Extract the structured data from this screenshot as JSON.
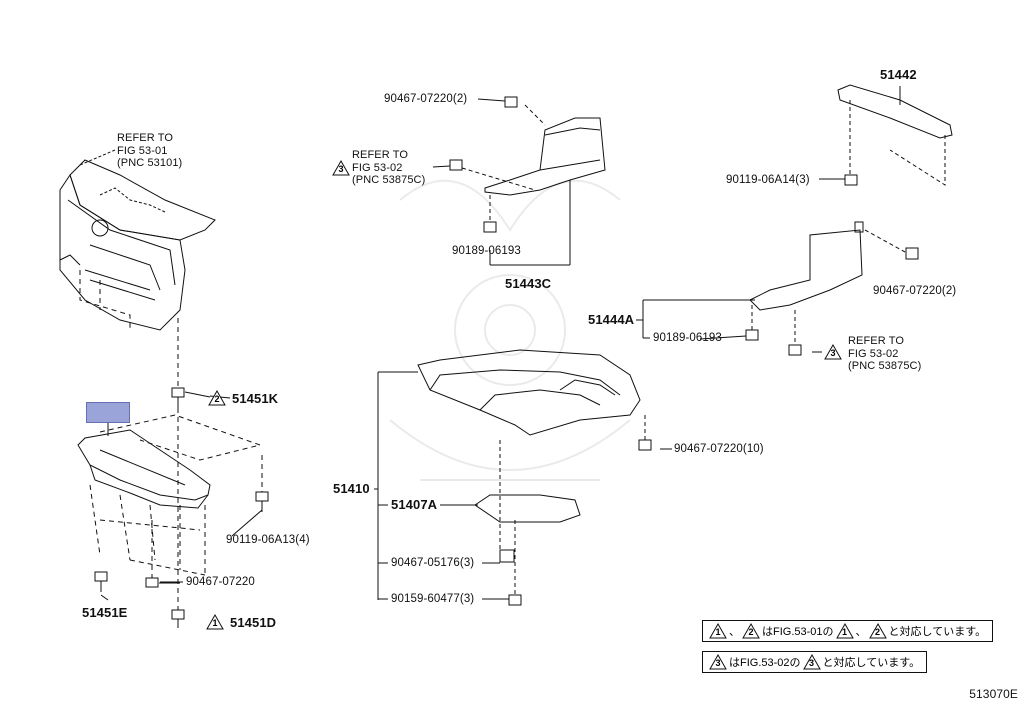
{
  "diagram": {
    "code": "513070E",
    "parts": {
      "p51442": "51442",
      "p90467_07220_2_top": "90467-07220(2)",
      "p90119_06A14": "90119-06A14(3)",
      "p90189_06193_mid": "90189-06193",
      "p51443C": "51443C",
      "p90467_07220_2_right": "90467-07220(2)",
      "p51444A": "51444A",
      "p90189_06193_right": "90189-06193",
      "p51451K": "51451K",
      "p90467_07220_10": "90467-07220(10)",
      "p51410": "51410",
      "p51407A": "51407A",
      "p90119_06A13": "90119-06A13(4)",
      "p90467_07220_left": "90467-07220",
      "p51451E": "51451E",
      "p51451D": "51451D",
      "p90467_05176": "90467-05176(3)",
      "p90159_60477": "90159-60477(3)"
    },
    "refs": {
      "ref_top_left": "REFER TO\nFIG 53-01\n(PNC 53101)",
      "ref_mid_left": "REFER TO\nFIG 53-02\n(PNC 53875C)",
      "ref_right": "REFER TO\nFIG 53-02\n(PNC 53875C)"
    },
    "markers": {
      "m1": "1",
      "m2": "2",
      "m3": "3"
    },
    "notes": {
      "note1_p1": "、",
      "note1_p2": "はFIG.53-01の",
      "note1_p3": "、",
      "note1_p4": "と対応しています。",
      "note2_p1": "はFIG.53-02の",
      "note2_p2": "と対応しています。"
    }
  }
}
